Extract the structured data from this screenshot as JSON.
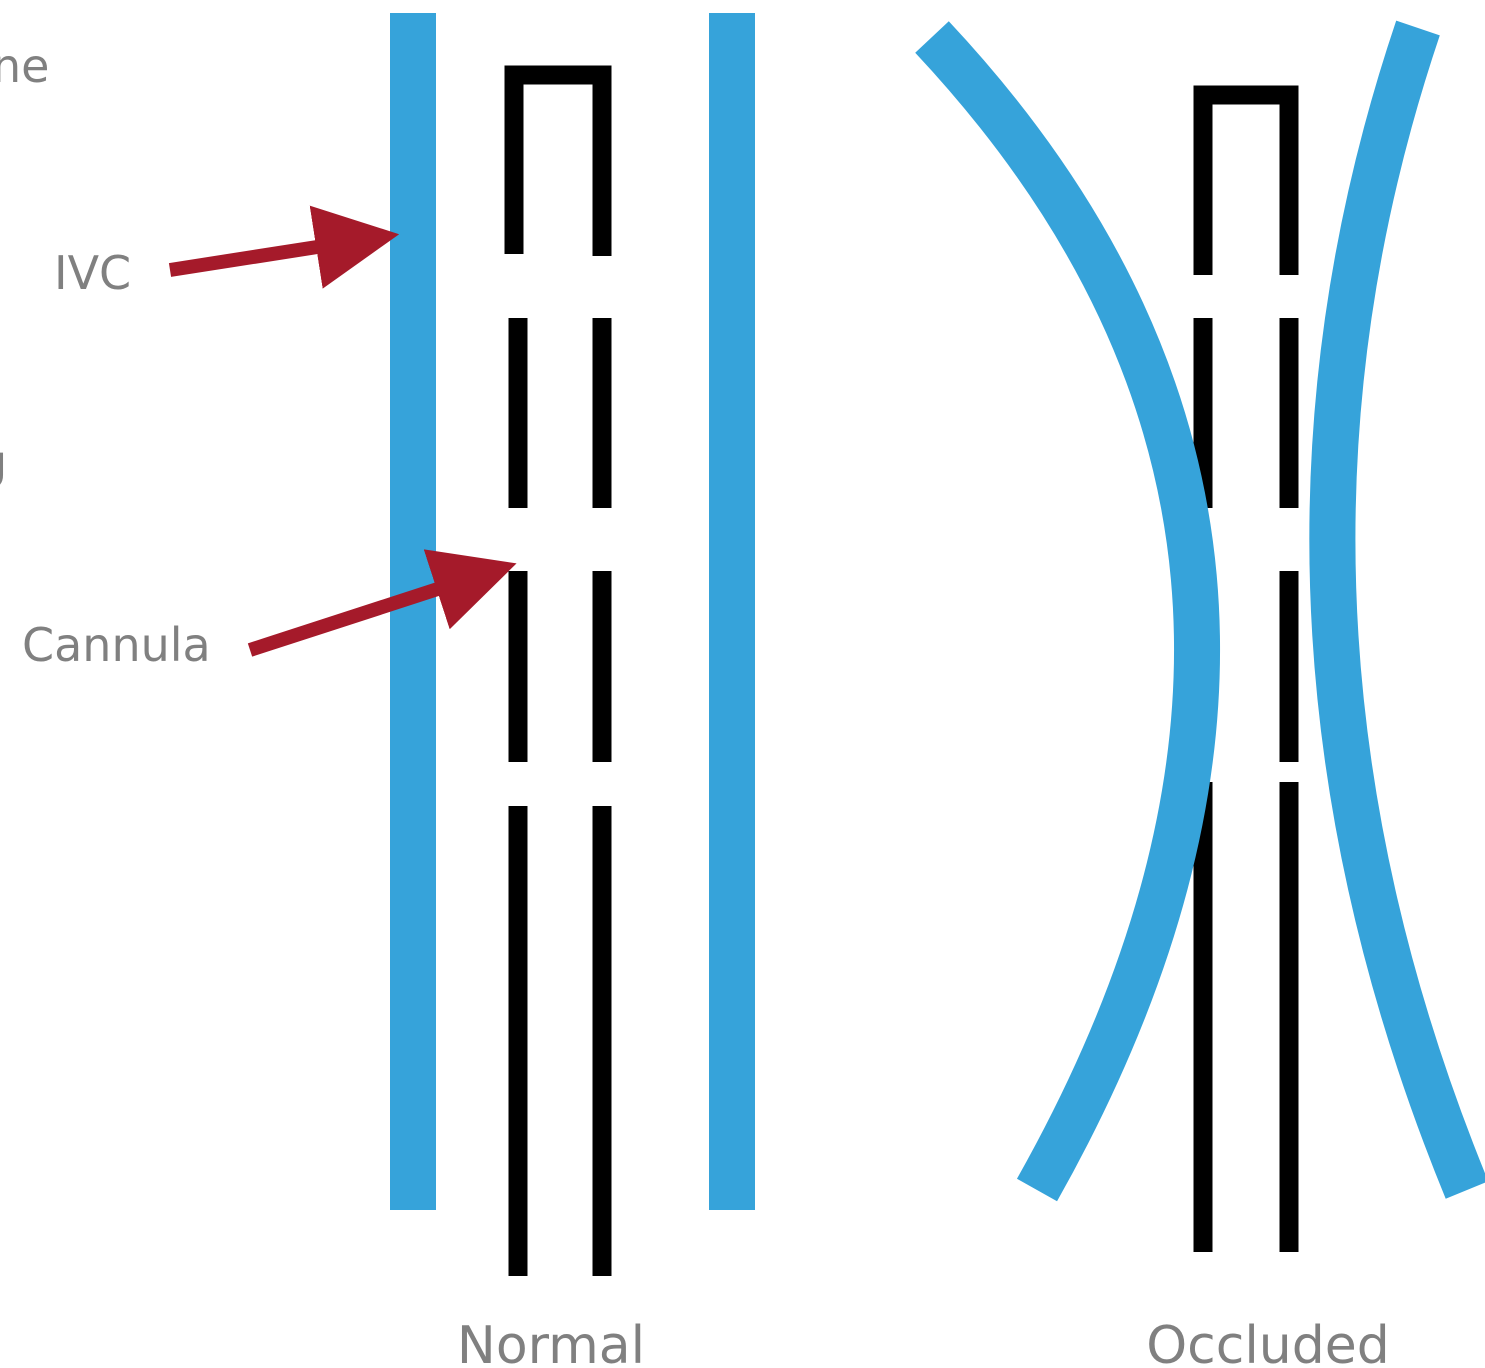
{
  "colors": {
    "vessel": "#36A3DA",
    "cannula": "#000000",
    "arrow": "#A51A2A",
    "text": "#808080",
    "background": "#FFFFFF"
  },
  "labels": {
    "cropped_top": "ne",
    "cropped_mid": "g",
    "ivc": "IVC",
    "cannula": "Cannula"
  },
  "panels": {
    "normal": {
      "caption": "Normal"
    },
    "occluded": {
      "caption": "Occluded"
    }
  }
}
